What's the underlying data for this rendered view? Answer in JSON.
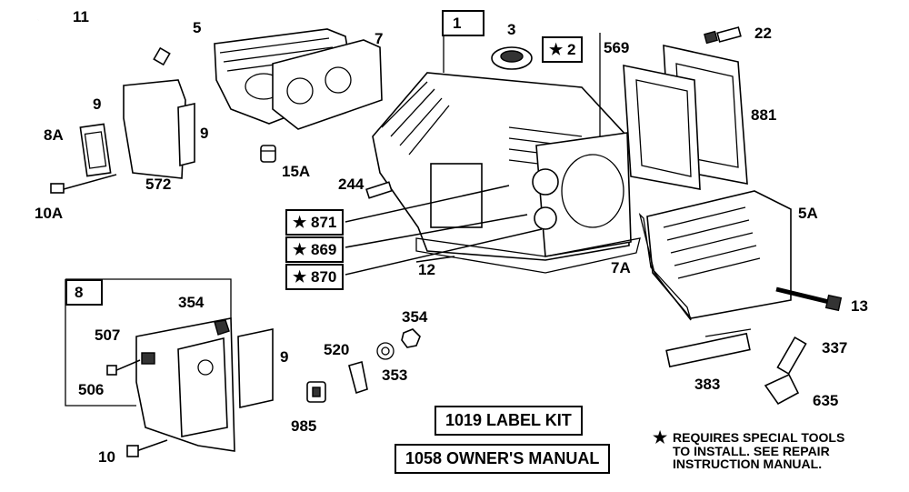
{
  "callouts": {
    "p11": "11",
    "p5": "5",
    "p7": "7",
    "p1": "1",
    "p3": "3",
    "p2": "2",
    "p569": "569",
    "p22": "22",
    "p881": "881",
    "p9a": "9",
    "p8A": "8A",
    "p9b": "9",
    "p572": "572",
    "p10A": "10A",
    "p15A": "15A",
    "p244": "244",
    "p871": "871",
    "p869": "869",
    "p870": "870",
    "p12": "12",
    "p5A": "5A",
    "p7A": "7A",
    "p8": "8",
    "p354a": "354",
    "p13": "13",
    "p507": "507",
    "p506": "506",
    "p9c": "9",
    "p520": "520",
    "p353": "353",
    "p354b": "354",
    "p337": "337",
    "p383": "383",
    "p635": "635",
    "p985": "985",
    "p10": "10"
  },
  "star_glyph": "★",
  "kits": {
    "label_kit": "1019 LABEL KIT",
    "owners_manual": "1058 OWNER'S MANUAL"
  },
  "note": {
    "line1": "REQUIRES SPECIAL TOOLS",
    "line2": "TO INSTALL.  SEE REPAIR",
    "line3": "INSTRUCTION MANUAL."
  }
}
